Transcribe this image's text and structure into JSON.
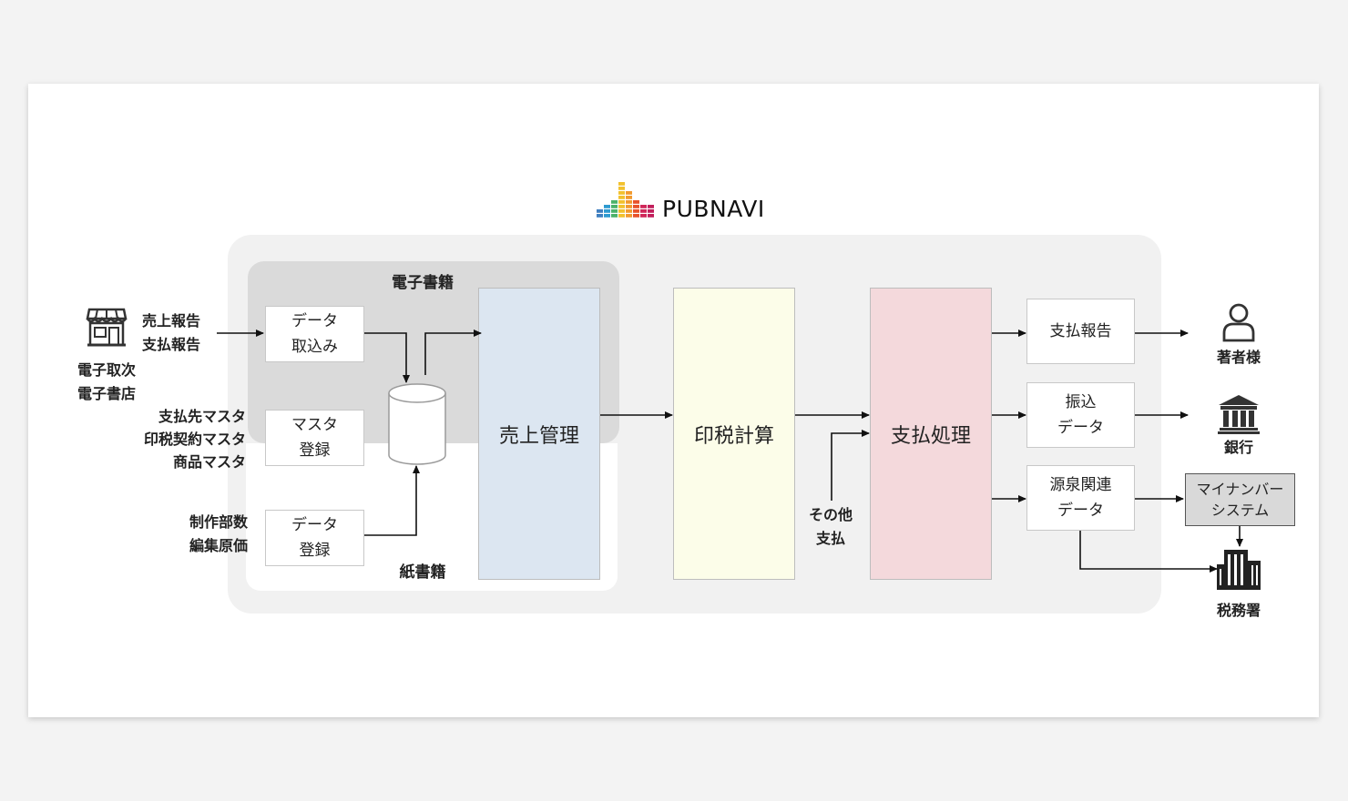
{
  "brand": {
    "name": "PUBNAVI"
  },
  "regions": {
    "ebook": "電子書籍",
    "paper": "紙書籍"
  },
  "inputs": {
    "stores_label": "電子取次\n電子書店",
    "reports_label": "売上報告\n支払報告",
    "masters_label": "支払先マスタ\n印税契約マスタ\n商品マスタ",
    "production_label": "制作部数\n編集原価"
  },
  "process_boxes": {
    "data_import": "データ\n取込み",
    "master_register": "マスタ\n登録",
    "data_register": "データ\n登録"
  },
  "columns": {
    "sales": "売上管理",
    "royalty": "印税計算",
    "payment": "支払処理"
  },
  "other_payment_label": "その他\n支払",
  "outputs": {
    "payment_report": "支払報告",
    "transfer_data": "振込\nデータ",
    "withholding_data": "源泉関連\nデータ",
    "mynumber_system": "マイナンバー\nシステム"
  },
  "recipients": {
    "author": "著者様",
    "bank": "銀行",
    "tax_office": "税務署"
  },
  "colors": {
    "sales_column": "#dce6f1",
    "royalty_column": "#fcfde9",
    "payment_column": "#f4d9dc",
    "mynumber_box": "#d9d9d9",
    "logo_bars": [
      "#3f7fc0",
      "#2e9ad0",
      "#4cb26a",
      "#f2c12e",
      "#f29a2e",
      "#e8532b",
      "#d0285a",
      "#c21f5b"
    ]
  }
}
